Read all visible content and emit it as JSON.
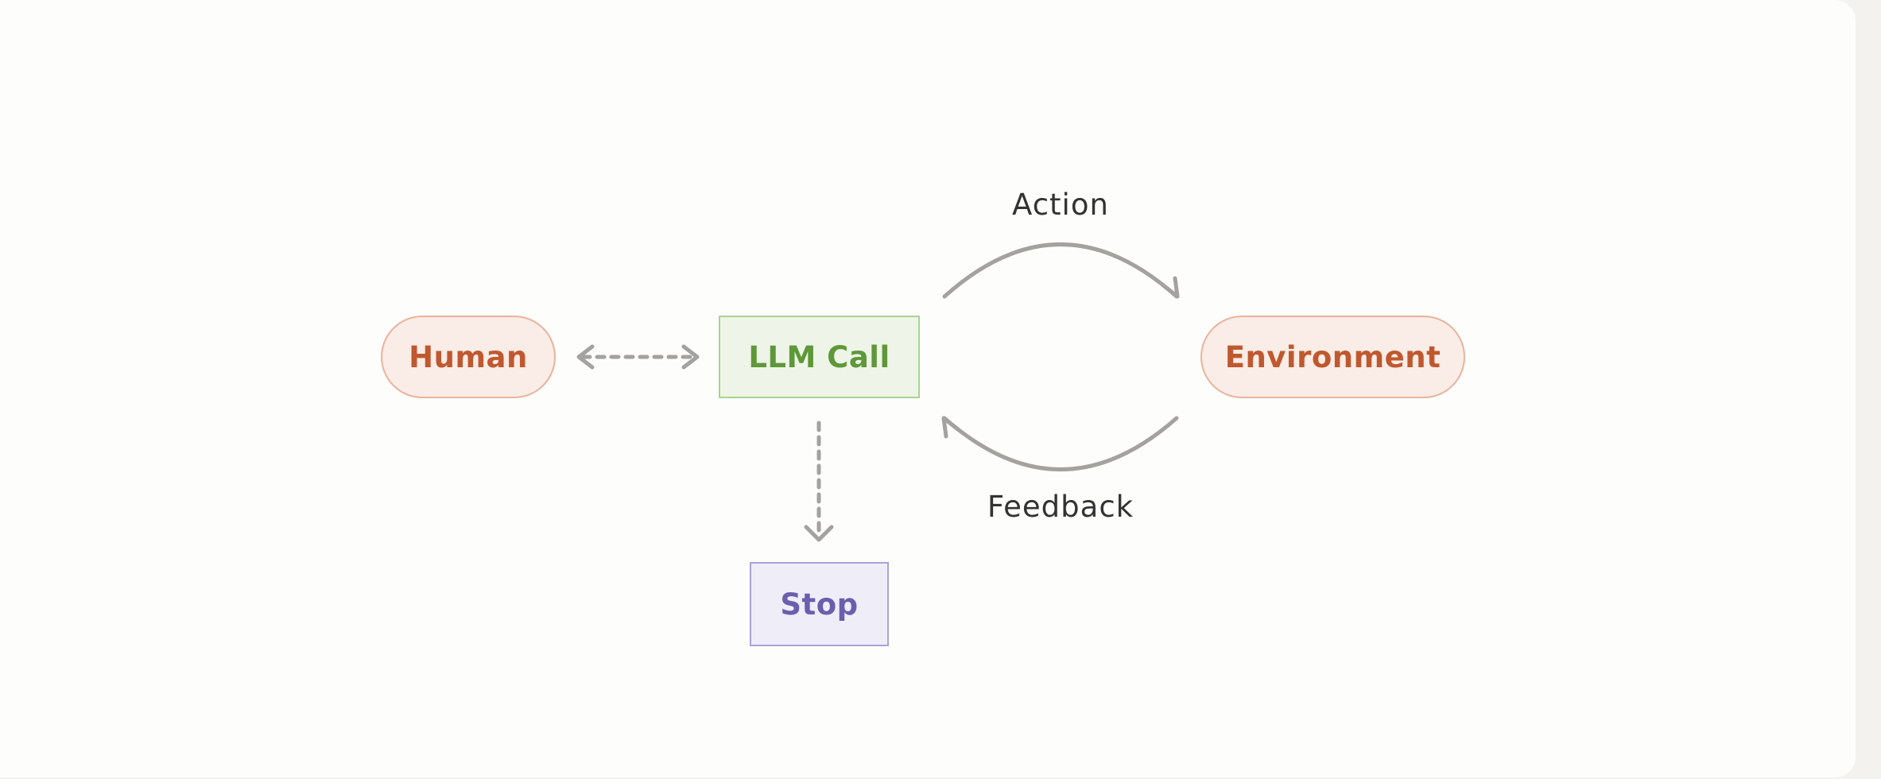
{
  "diagram": {
    "nodes": {
      "human": "Human",
      "llm_call": "LLM Call",
      "environment": "Environment",
      "stop": "Stop"
    },
    "edges": {
      "action": "Action",
      "feedback": "Feedback"
    }
  },
  "colors": {
    "human_env_text": "#c0582f",
    "llm_text": "#5e9838",
    "stop_text": "#6a5fae",
    "arrow": "#a3a29e"
  }
}
